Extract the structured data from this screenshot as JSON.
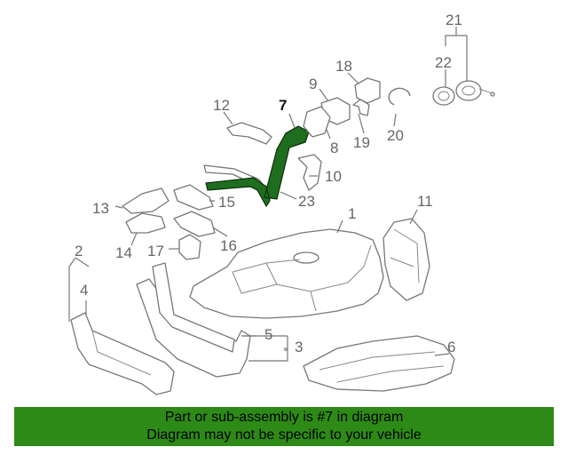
{
  "diagram": {
    "highlight_color": "#1f6e1f",
    "callouts": {
      "c1": "1",
      "c2": "2",
      "c3": "3",
      "c4": "4",
      "c5": "5",
      "c6": "6",
      "c7": "7",
      "c8": "8",
      "c9": "9",
      "c10": "10",
      "c11": "11",
      "c12": "12",
      "c13": "13",
      "c14": "14",
      "c15": "15",
      "c16": "16",
      "c17": "17",
      "c18": "18",
      "c19": "19",
      "c20": "20",
      "c21": "21",
      "c22": "22",
      "c23": "23"
    }
  },
  "footer": {
    "background": "#2e8a17",
    "line1": "Part or sub-assembly is #7 in diagram",
    "line2": "Diagram may not be specific to your vehicle"
  }
}
